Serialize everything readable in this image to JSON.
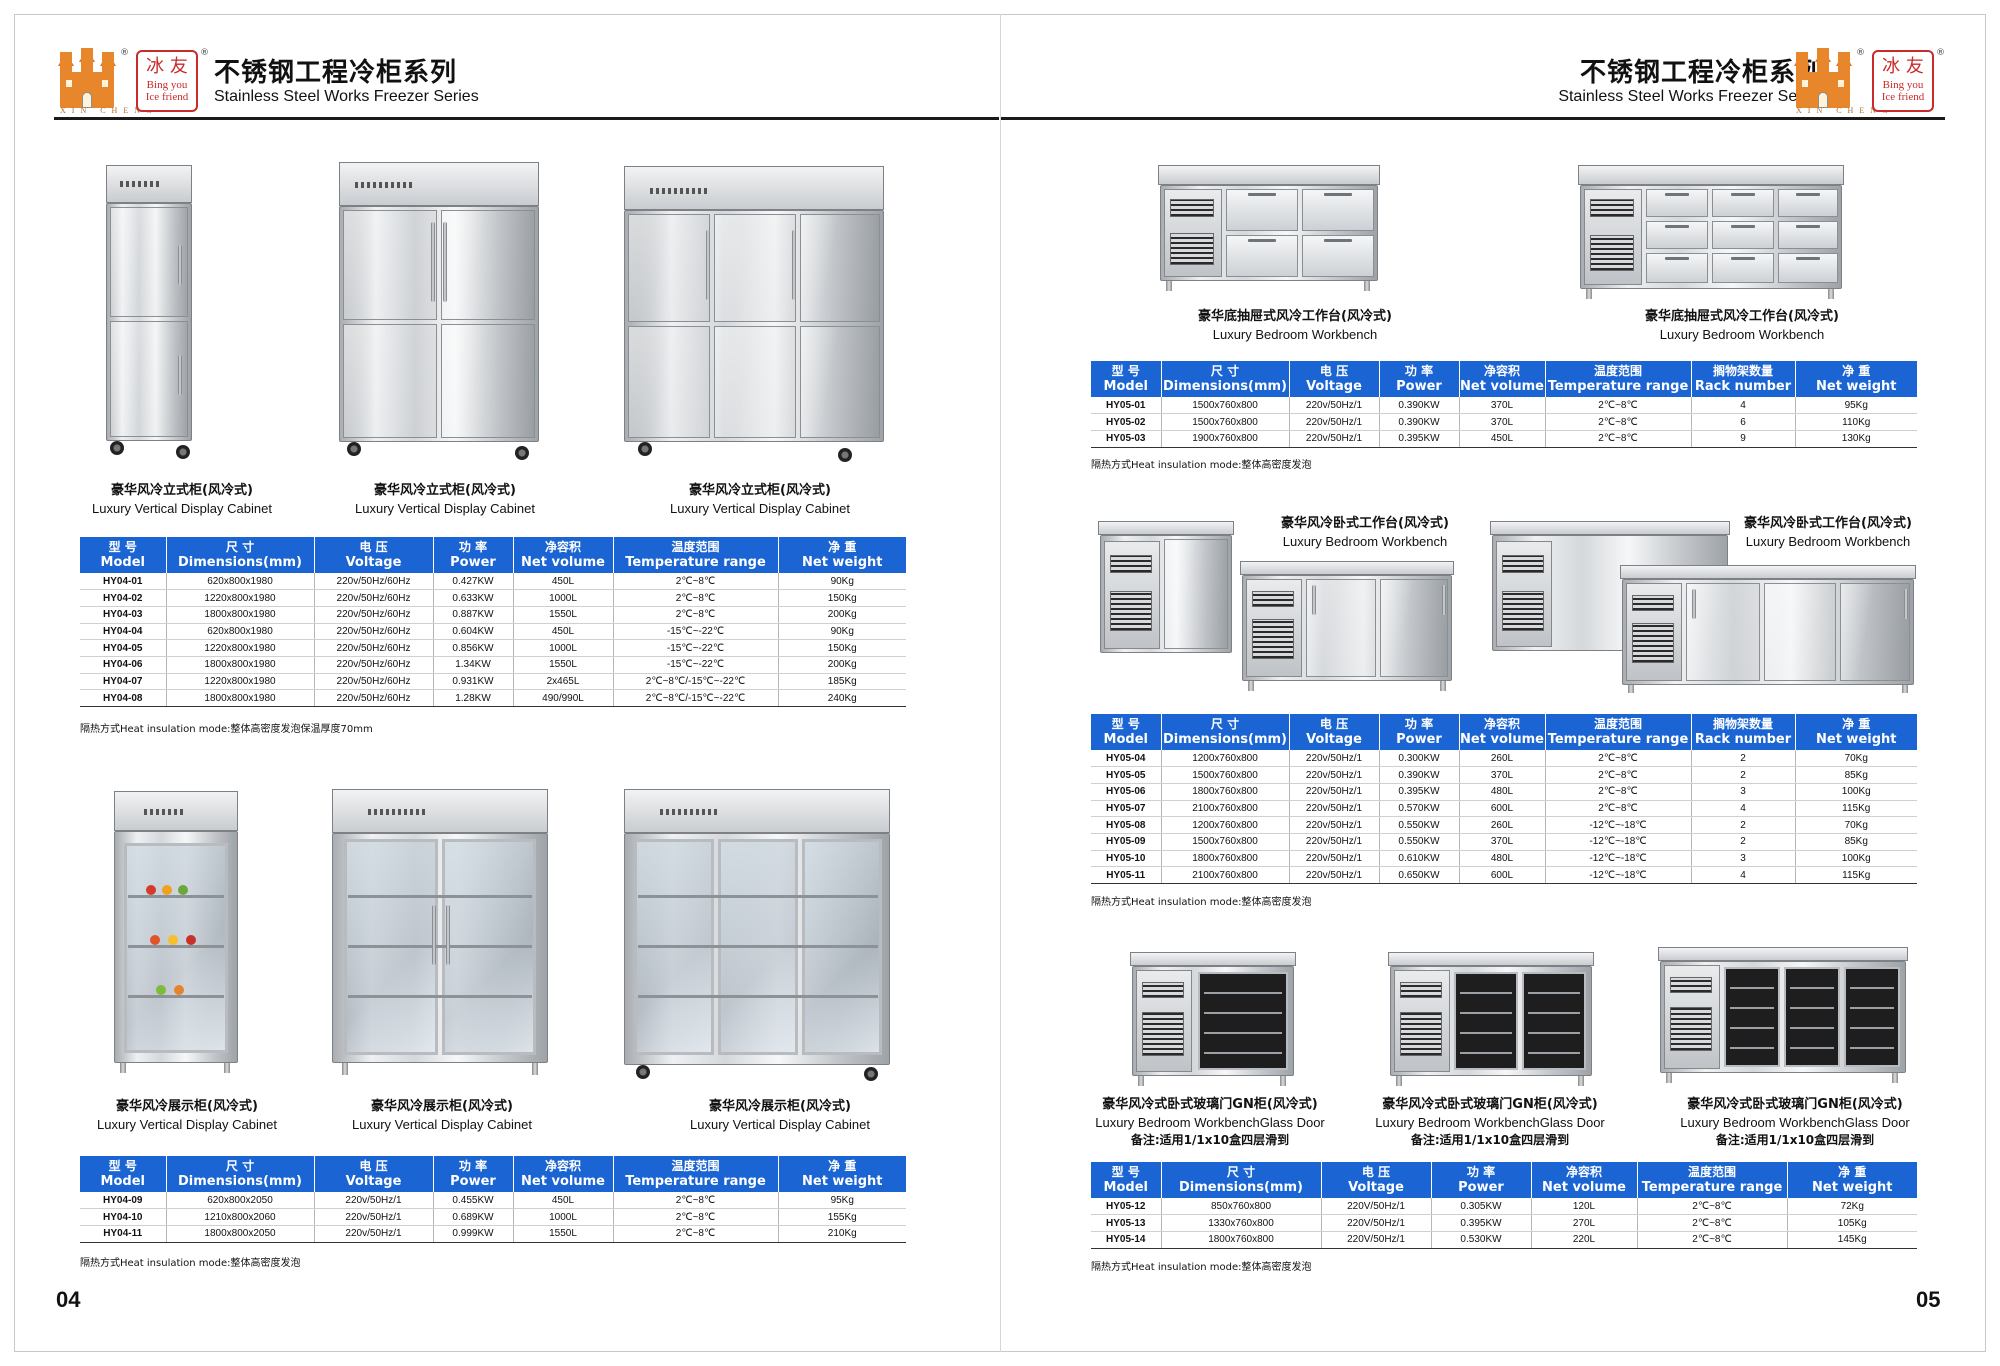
{
  "brand": {
    "stamp_cn": "冰 友",
    "stamp_en1": "Bing you",
    "stamp_en2": "Ice friend",
    "castle_text": "XIN CHENG",
    "reg_mark": "®"
  },
  "header": {
    "title_cn": "不锈钢工程冷柜系列",
    "title_en": "Stainless Steel Works Freezer Series"
  },
  "left": {
    "page_number": "04",
    "section1": {
      "products": [
        {
          "cn": "豪华风冷立式柜(风冷式)",
          "en": "Luxury Vertical Display Cabinet"
        },
        {
          "cn": "豪华风冷立式柜(风冷式)",
          "en": "Luxury Vertical Display Cabinet"
        },
        {
          "cn": "豪华风冷立式柜(风冷式)",
          "en": "Luxury Vertical Display Cabinet"
        }
      ],
      "headers": [
        {
          "cn": "型 号",
          "en": "Model"
        },
        {
          "cn": "尺 寸",
          "en": "Dimensions(mm)"
        },
        {
          "cn": "电 压",
          "en": "Voltage"
        },
        {
          "cn": "功 率",
          "en": "Power"
        },
        {
          "cn": "净容积",
          "en": "Net volume"
        },
        {
          "cn": "温度范围",
          "en": "Temperature range"
        },
        {
          "cn": "净 重",
          "en": "Net weight"
        }
      ],
      "rows": [
        [
          "HY04-01",
          "620x800x1980",
          "220v/50Hz/60Hz",
          "0.427KW",
          "450L",
          "2℃~8℃",
          "90Kg"
        ],
        [
          "HY04-02",
          "1220x800x1980",
          "220v/50Hz/60Hz",
          "0.633KW",
          "1000L",
          "2℃~8℃",
          "150Kg"
        ],
        [
          "HY04-03",
          "1800x800x1980",
          "220v/50Hz/60Hz",
          "0.887KW",
          "1550L",
          "2℃~8℃",
          "200Kg"
        ],
        [
          "HY04-04",
          "620x800x1980",
          "220v/50Hz/60Hz",
          "0.604KW",
          "450L",
          "-15℃~-22℃",
          "90Kg"
        ],
        [
          "HY04-05",
          "1220x800x1980",
          "220v/50Hz/60Hz",
          "0.856KW",
          "1000L",
          "-15℃~-22℃",
          "150Kg"
        ],
        [
          "HY04-06",
          "1800x800x1980",
          "220v/50Hz/60Hz",
          "1.34KW",
          "1550L",
          "-15℃~-22℃",
          "200Kg"
        ],
        [
          "HY04-07",
          "1220x800x1980",
          "220v/50Hz/60Hz",
          "0.931KW",
          "2x465L",
          "2℃~8℃/-15℃~-22℃",
          "185Kg"
        ],
        [
          "HY04-08",
          "1800x800x1980",
          "220v/50Hz/60Hz",
          "1.28KW",
          "490/990L",
          "2℃~8℃/-15℃~-22℃",
          "240Kg"
        ]
      ],
      "insulation": "隔热方式Heat insulation mode:整体高密度发泡保温厚度70mm"
    },
    "section2": {
      "products": [
        {
          "cn": "豪华风冷展示柜(风冷式)",
          "en": "Luxury Vertical Display Cabinet"
        },
        {
          "cn": "豪华风冷展示柜(风冷式)",
          "en": "Luxury Vertical Display Cabinet"
        },
        {
          "cn": "豪华风冷展示柜(风冷式)",
          "en": "Luxury Vertical Display Cabinet"
        }
      ],
      "headers": [
        {
          "cn": "型 号",
          "en": "Model"
        },
        {
          "cn": "尺 寸",
          "en": "Dimensions(mm)"
        },
        {
          "cn": "电 压",
          "en": "Voltage"
        },
        {
          "cn": "功 率",
          "en": "Power"
        },
        {
          "cn": "净容积",
          "en": "Net volume"
        },
        {
          "cn": "温度范围",
          "en": "Temperature range"
        },
        {
          "cn": "净 重",
          "en": "Net weight"
        }
      ],
      "rows": [
        [
          "HY04-09",
          "620x800x2050",
          "220v/50Hz/1",
          "0.455KW",
          "450L",
          "2℃~8℃",
          "95Kg"
        ],
        [
          "HY04-10",
          "1210x800x2060",
          "220v/50Hz/1",
          "0.689KW",
          "1000L",
          "2℃~8℃",
          "155Kg"
        ],
        [
          "HY04-11",
          "1800x800x2050",
          "220v/50Hz/1",
          "0.999KW",
          "1550L",
          "2℃~8℃",
          "210Kg"
        ]
      ],
      "insulation": "隔热方式Heat insulation mode:整体高密度发泡"
    }
  },
  "right": {
    "page_number": "05",
    "section1": {
      "products": [
        {
          "cn": "豪华底抽屉式风冷工作台(风冷式)",
          "en": "Luxury Bedroom Workbench"
        },
        {
          "cn": "豪华底抽屉式风冷工作台(风冷式)",
          "en": "Luxury Bedroom Workbench"
        }
      ],
      "headers": [
        {
          "cn": "型 号",
          "en": "Model"
        },
        {
          "cn": "尺 寸",
          "en": "Dimensions(mm)"
        },
        {
          "cn": "电 压",
          "en": "Voltage"
        },
        {
          "cn": "功 率",
          "en": "Power"
        },
        {
          "cn": "净容积",
          "en": "Net volume"
        },
        {
          "cn": "温度范围",
          "en": "Temperature range"
        },
        {
          "cn": "搁物架数量",
          "en": "Rack number"
        },
        {
          "cn": "净 重",
          "en": "Net weight"
        }
      ],
      "rows": [
        [
          "HY05-01",
          "1500x760x800",
          "220v/50Hz/1",
          "0.390KW",
          "370L",
          "2℃~8℃",
          "4",
          "95Kg"
        ],
        [
          "HY05-02",
          "1500x760x800",
          "220v/50Hz/1",
          "0.390KW",
          "370L",
          "2℃~8℃",
          "6",
          "110Kg"
        ],
        [
          "HY05-03",
          "1900x760x800",
          "220v/50Hz/1",
          "0.395KW",
          "450L",
          "2℃~8℃",
          "9",
          "130Kg"
        ]
      ],
      "insulation": "隔热方式Heat insulation mode:整体高密度发泡"
    },
    "section2": {
      "products": [
        {
          "cn": "豪华风冷卧式工作台(风冷式)",
          "en": "Luxury Bedroom Workbench"
        },
        {
          "cn": "豪华风冷卧式工作台(风冷式)",
          "en": "Luxury Bedroom Workbench"
        }
      ],
      "headers": [
        {
          "cn": "型 号",
          "en": "Model"
        },
        {
          "cn": "尺 寸",
          "en": "Dimensions(mm)"
        },
        {
          "cn": "电 压",
          "en": "Voltage"
        },
        {
          "cn": "功 率",
          "en": "Power"
        },
        {
          "cn": "净容积",
          "en": "Net volume"
        },
        {
          "cn": "温度范围",
          "en": "Temperature range"
        },
        {
          "cn": "搁物架数量",
          "en": "Rack number"
        },
        {
          "cn": "净 重",
          "en": "Net weight"
        }
      ],
      "rows": [
        [
          "HY05-04",
          "1200x760x800",
          "220v/50Hz/1",
          "0.300KW",
          "260L",
          "2℃~8℃",
          "2",
          "70Kg"
        ],
        [
          "HY05-05",
          "1500x760x800",
          "220v/50Hz/1",
          "0.390KW",
          "370L",
          "2℃~8℃",
          "2",
          "85Kg"
        ],
        [
          "HY05-06",
          "1800x760x800",
          "220v/50Hz/1",
          "0.395KW",
          "480L",
          "2℃~8℃",
          "3",
          "100Kg"
        ],
        [
          "HY05-07",
          "2100x760x800",
          "220v/50Hz/1",
          "0.570KW",
          "600L",
          "2℃~8℃",
          "4",
          "115Kg"
        ],
        [
          "HY05-08",
          "1200x760x800",
          "220v/50Hz/1",
          "0.550KW",
          "260L",
          "-12℃~-18℃",
          "2",
          "70Kg"
        ],
        [
          "HY05-09",
          "1500x760x800",
          "220v/50Hz/1",
          "0.550KW",
          "370L",
          "-12℃~-18℃",
          "2",
          "85Kg"
        ],
        [
          "HY05-10",
          "1800x760x800",
          "220v/50Hz/1",
          "0.610KW",
          "480L",
          "-12℃~-18℃",
          "3",
          "100Kg"
        ],
        [
          "HY05-11",
          "2100x760x800",
          "220v/50Hz/1",
          "0.650KW",
          "600L",
          "-12℃~-18℃",
          "4",
          "115Kg"
        ]
      ],
      "insulation": "隔热方式Heat insulation mode:整体高密度发泡"
    },
    "section3": {
      "products": [
        {
          "cn": "豪华风冷式卧式玻璃门GN柜(风冷式)",
          "en": "Luxury Bedroom WorkbenchGlass Door",
          "note": "备注:适用1/1x10盒四层滑到"
        },
        {
          "cn": "豪华风冷式卧式玻璃门GN柜(风冷式)",
          "en": "Luxury Bedroom WorkbenchGlass Door",
          "note": "备注:适用1/1x10盒四层滑到"
        },
        {
          "cn": "豪华风冷式卧式玻璃门GN柜(风冷式)",
          "en": "Luxury Bedroom WorkbenchGlass Door",
          "note": "备注:适用1/1x10盒四层滑到"
        }
      ],
      "headers": [
        {
          "cn": "型 号",
          "en": "Model"
        },
        {
          "cn": "尺 寸",
          "en": "Dimensions(mm)"
        },
        {
          "cn": "电 压",
          "en": "Voltage"
        },
        {
          "cn": "功 率",
          "en": "Power"
        },
        {
          "cn": "净容积",
          "en": "Net volume"
        },
        {
          "cn": "温度范围",
          "en": "Temperature range"
        },
        {
          "cn": "净 重",
          "en": "Net weight"
        }
      ],
      "rows": [
        [
          "HY05-12",
          "850x760x800",
          "220V/50Hz/1",
          "0.305KW",
          "120L",
          "2℃~8℃",
          "72Kg"
        ],
        [
          "HY05-13",
          "1330x760x800",
          "220V/50Hz/1",
          "0.395KW",
          "270L",
          "2℃~8℃",
          "105Kg"
        ],
        [
          "HY05-14",
          "1800x760x800",
          "220V/50Hz/1",
          "0.530KW",
          "220L",
          "2℃~8℃",
          "145Kg"
        ]
      ],
      "insulation": "隔热方式Heat insulation mode:整体高密度发泡"
    }
  }
}
